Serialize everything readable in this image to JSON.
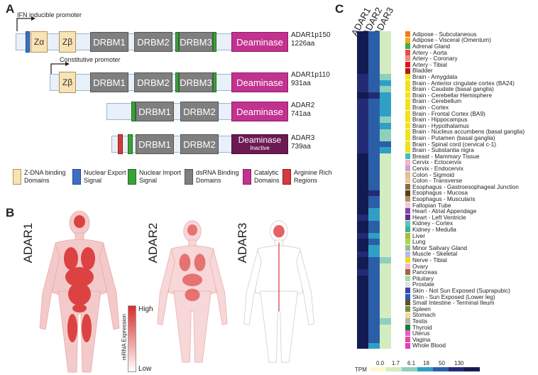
{
  "panels": {
    "a": "A",
    "b": "B",
    "c": "C"
  },
  "panel_a": {
    "promoters": {
      "ifn": "IFN inducible promoter",
      "constitutive": "Constitutive promoter"
    },
    "proteins": [
      {
        "name": "ADAR1p150",
        "length": "1226aa"
      },
      {
        "name": "ADAR1p110",
        "length": "931aa"
      },
      {
        "name": "ADAR2",
        "length": "741aa"
      },
      {
        "name": "ADAR3",
        "length": "739aa"
      }
    ],
    "domains": {
      "z_alpha": "Zα",
      "z_beta": "Zβ",
      "drbm1": "DRBM1",
      "drbm2": "DRBM2",
      "drbm3": "DRBM3",
      "deaminase": "Deaminase",
      "inactive": "Inactive"
    },
    "legend": [
      {
        "label": "Z-DNA binding Domains",
        "color": "#f7e3b4"
      },
      {
        "label": "Nuclear Export Signal",
        "color": "#3e6fc4"
      },
      {
        "label": "Nuclear Import Signal",
        "color": "#3aa13a"
      },
      {
        "label": "dsRNA Binding Domains",
        "color": "#7f7f7f"
      },
      {
        "label": "Catalytic Domains",
        "color": "#c2328f"
      },
      {
        "label": "Arginine Rich Regions",
        "color": "#d63a3a"
      }
    ]
  },
  "panel_b": {
    "figures": [
      "ADAR1",
      "ADAR2",
      "ADAR3"
    ],
    "scale": {
      "high": "High",
      "low": "Low",
      "title": "mRNA Expression"
    }
  },
  "panel_c": {
    "columns": [
      "ADAR1",
      "ADAR2",
      "ADAR3"
    ],
    "tpm_label": "TPM",
    "tpm_ticks": [
      "0.0",
      "1.7",
      "6.1",
      "18",
      "50",
      "130"
    ],
    "tpm_colors": [
      "#fdf8d0",
      "#d3ecc0",
      "#8fd0bd",
      "#2fa0c4",
      "#2a5fa7",
      "#232b75",
      "#141a52"
    ],
    "tissues": [
      {
        "name": "Adipose - Subcutaneous",
        "color": "#f07f17"
      },
      {
        "name": "Adipose - Visceral (Omentum)",
        "color": "#f9a51d"
      },
      {
        "name": "Adrenal Gland",
        "color": "#3bb04a"
      },
      {
        "name": "Artery - Aorta",
        "color": "#e84a55"
      },
      {
        "name": "Artery - Coronary",
        "color": "#f08b81"
      },
      {
        "name": "Artery - Tibial",
        "color": "#e0161d"
      },
      {
        "name": "Bladder",
        "color": "#b8161c"
      },
      {
        "name": "Brain - Amygdala",
        "color": "#f1e21c"
      },
      {
        "name": "Brain - Anterior cingulate cortex (BA24)",
        "color": "#f1e21c"
      },
      {
        "name": "Brain - Caudate (basal ganglia)",
        "color": "#f1e21c"
      },
      {
        "name": "Brain - Cerebellar Hemisphere",
        "color": "#f1e21c"
      },
      {
        "name": "Brain - Cerebellum",
        "color": "#f1e21c"
      },
      {
        "name": "Brain - Cortex",
        "color": "#f1e21c"
      },
      {
        "name": "Brain - Frontal Cortex (BA9)",
        "color": "#f1e21c"
      },
      {
        "name": "Brain - Hippocampus",
        "color": "#f1e21c"
      },
      {
        "name": "Brain - Hypothalamus",
        "color": "#f1e21c"
      },
      {
        "name": "Brain - Nucleus accumbens (basal ganglia)",
        "color": "#f1e21c"
      },
      {
        "name": "Brain - Putamen (basal ganglia)",
        "color": "#f1e21c"
      },
      {
        "name": "Brain - Spinal cord (cervical c-1)",
        "color": "#f1e21c"
      },
      {
        "name": "Brain - Substantia nigra",
        "color": "#f1e21c"
      },
      {
        "name": "Breast - Mammary Tissue",
        "color": "#3dbfbf"
      },
      {
        "name": "Cervix - Ectocervix",
        "color": "#f2b5c6"
      },
      {
        "name": "Cervix - Endocervix",
        "color": "#c7a3d3"
      },
      {
        "name": "Colon - Sigmoid",
        "color": "#e6bd8c"
      },
      {
        "name": "Colon - Transverse",
        "color": "#edc79b"
      },
      {
        "name": "Esophagus - Gastroesophageal Junction",
        "color": "#8b6a3e"
      },
      {
        "name": "Esophagus - Mucosa",
        "color": "#5a3c19"
      },
      {
        "name": "Esophagus - Muscularis",
        "color": "#b39166"
      },
      {
        "name": "Fallopian Tube",
        "color": "#f4c6d2"
      },
      {
        "name": "Heart - Atrial Appendage",
        "color": "#7b4aa8"
      },
      {
        "name": "Heart - Left Ventricle",
        "color": "#6a2c8a"
      },
      {
        "name": "Kidney - Cortex",
        "color": "#56c7b4"
      },
      {
        "name": "Kidney - Medulla",
        "color": "#3fb29a"
      },
      {
        "name": "Liver",
        "color": "#b0b63c"
      },
      {
        "name": "Lung",
        "color": "#a6d84b"
      },
      {
        "name": "Minor Salivary Gland",
        "color": "#98bd8c"
      },
      {
        "name": "Muscle - Skeletal",
        "color": "#b7b7f2"
      },
      {
        "name": "Nerve - Tibial",
        "color": "#f2d81c"
      },
      {
        "name": "Ovary",
        "color": "#f4b6cf"
      },
      {
        "name": "Pancreas",
        "color": "#9b6a3b"
      },
      {
        "name": "Pituitary",
        "color": "#a7dba3"
      },
      {
        "name": "Prostate",
        "color": "#e0e0e0"
      },
      {
        "name": "Skin - Not Sun Exposed (Suprapubic)",
        "color": "#3848a8"
      },
      {
        "name": "Skin - Sun Exposed (Lower leg)",
        "color": "#2b58c0"
      },
      {
        "name": "Small Intestine - Terminal Ileum",
        "color": "#5b5326"
      },
      {
        "name": "Spleen",
        "color": "#7b8b3d"
      },
      {
        "name": "Stomach",
        "color": "#f5d99b"
      },
      {
        "name": "Testis",
        "color": "#b3b3b3"
      },
      {
        "name": "Thyroid",
        "color": "#1a7b3b"
      },
      {
        "name": "Uterus",
        "color": "#e85cc8"
      },
      {
        "name": "Vagina",
        "color": "#e34c9a"
      },
      {
        "name": "Whole Blood",
        "color": "#e03cbf"
      }
    ],
    "levels": {
      "ADAR1": [
        5,
        5,
        5,
        5,
        5,
        5,
        5,
        4,
        4,
        4,
        5,
        4,
        4,
        4,
        4,
        4,
        4,
        4,
        4,
        4,
        5,
        5,
        5,
        5,
        5,
        5,
        5,
        5,
        5,
        5,
        4,
        5,
        5,
        4,
        5,
        5,
        4,
        5,
        5,
        4,
        5,
        5,
        5,
        5,
        5,
        5,
        5,
        5,
        5,
        5,
        5,
        5
      ],
      "ADAR2": [
        3,
        3,
        3,
        3,
        3,
        3,
        3,
        3,
        3,
        3,
        4,
        3,
        3,
        3,
        3,
        3,
        3,
        3,
        3,
        3,
        3,
        3,
        3,
        3,
        3,
        3,
        4,
        3,
        3,
        2,
        2,
        3,
        3,
        2,
        3,
        2,
        2,
        3,
        3,
        3,
        3,
        3,
        3,
        3,
        3,
        3,
        3,
        3,
        3,
        3,
        3,
        2
      ],
      "ADAR3": [
        0,
        0,
        0,
        0,
        0,
        0,
        0,
        1,
        2,
        1,
        2,
        2,
        2,
        2,
        1,
        2,
        1,
        1,
        3,
        2,
        0,
        0,
        0,
        0,
        0,
        0,
        0,
        0,
        0,
        0,
        0,
        0,
        0,
        0,
        0,
        0,
        0,
        1,
        0,
        0,
        0,
        0,
        0,
        0,
        0,
        0,
        0,
        1,
        0,
        0,
        0,
        0
      ]
    }
  }
}
